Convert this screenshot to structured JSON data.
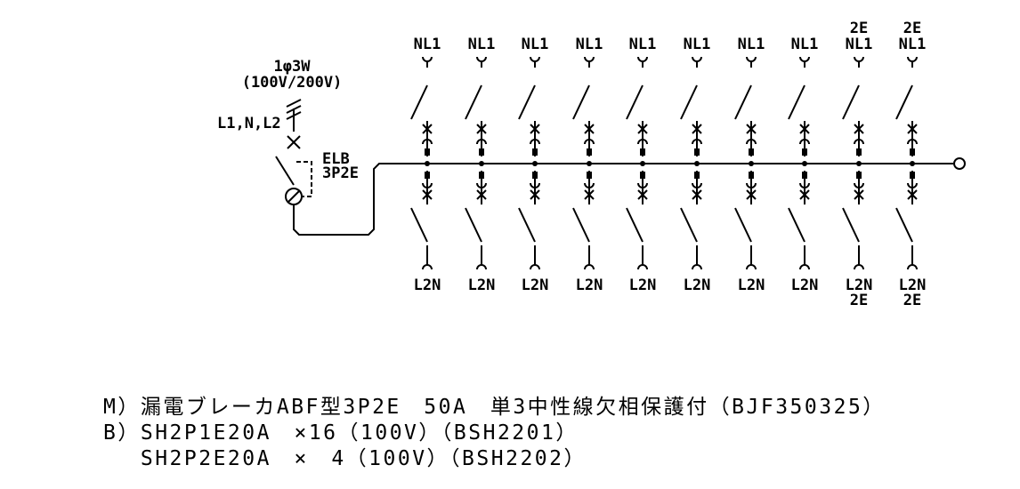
{
  "supply": {
    "system": "1φ3W",
    "voltage": "(100V/200V)",
    "lines": "L1,N,L2"
  },
  "main_breaker": {
    "type": "ELB",
    "poles": "3P2E"
  },
  "branches": [
    {
      "top": "NL1",
      "top_extra": "",
      "bottom": "L2N",
      "bottom_extra": ""
    },
    {
      "top": "NL1",
      "top_extra": "",
      "bottom": "L2N",
      "bottom_extra": ""
    },
    {
      "top": "NL1",
      "top_extra": "",
      "bottom": "L2N",
      "bottom_extra": ""
    },
    {
      "top": "NL1",
      "top_extra": "",
      "bottom": "L2N",
      "bottom_extra": ""
    },
    {
      "top": "NL1",
      "top_extra": "",
      "bottom": "L2N",
      "bottom_extra": ""
    },
    {
      "top": "NL1",
      "top_extra": "",
      "bottom": "L2N",
      "bottom_extra": ""
    },
    {
      "top": "NL1",
      "top_extra": "",
      "bottom": "L2N",
      "bottom_extra": ""
    },
    {
      "top": "NL1",
      "top_extra": "",
      "bottom": "L2N",
      "bottom_extra": ""
    },
    {
      "top": "NL1",
      "top_extra": "2E",
      "bottom": "L2N",
      "bottom_extra": "2E"
    },
    {
      "top": "NL1",
      "top_extra": "2E",
      "bottom": "L2N",
      "bottom_extra": "2E"
    }
  ],
  "notes": [
    "M）漏電ブレーカABF型3P2E　50A　単3中性線欠相保護付（BJF350325）",
    "B）SH2P1E20A　×16（100V）（BSH2201）",
    "　 SH2P2E20A　×　4（100V）（BSH2202）"
  ]
}
